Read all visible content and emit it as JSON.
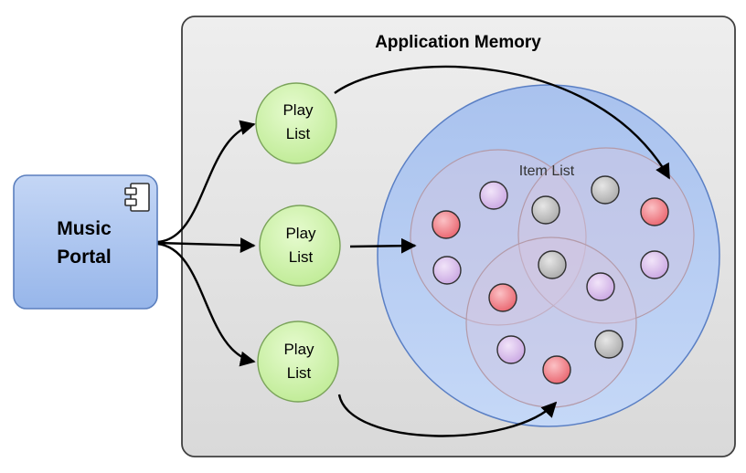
{
  "container": {
    "title": "Application Memory"
  },
  "portal": {
    "line1": "Music",
    "line2": "Portal",
    "icon": "component-icon"
  },
  "playlists": [
    {
      "line1": "Play",
      "line2": "List"
    },
    {
      "line1": "Play",
      "line2": "List"
    },
    {
      "line1": "Play",
      "line2": "List"
    }
  ],
  "item_list": {
    "label": "Item List"
  },
  "colors": {
    "container_fill": "#e3e3e3",
    "portal_fill": "#aac4ef",
    "playlist_fill": "#cdf2a9",
    "memory_circle_fill": "#b7cdf3",
    "item_red": "#ee7c84",
    "item_purple": "#d8bdea",
    "item_gray": "#c9c9c9"
  }
}
